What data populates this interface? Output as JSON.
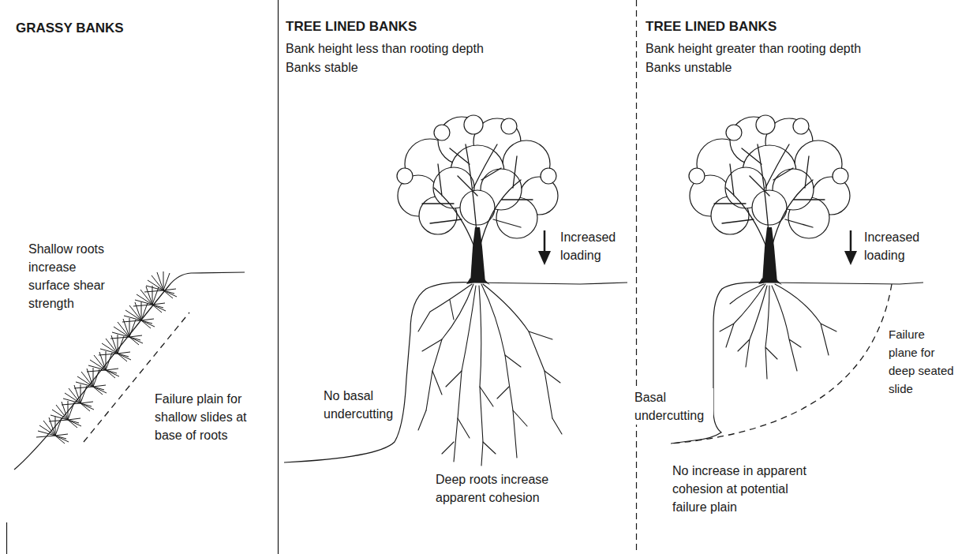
{
  "diagram": {
    "labels": [
      "GRASSY BANKS",
      "TREE LINED BANKS",
      "Bank height less than rooting depth",
      "Banks stable",
      "TREE LINED BANKS",
      "Bank height greater than rooting depth",
      "Banks unstable",
      "Shallow roots increase surface shear strength",
      "Failure plain for shallow slides at base of roots",
      "Increased loading",
      "No basal undercutting",
      "Deep roots increase apparent cohesion",
      "Increased loading",
      "Failure plane for deep seated slide",
      "Basal undercutting",
      "No increase in apparent cohesion at potential failure plain"
    ]
  }
}
